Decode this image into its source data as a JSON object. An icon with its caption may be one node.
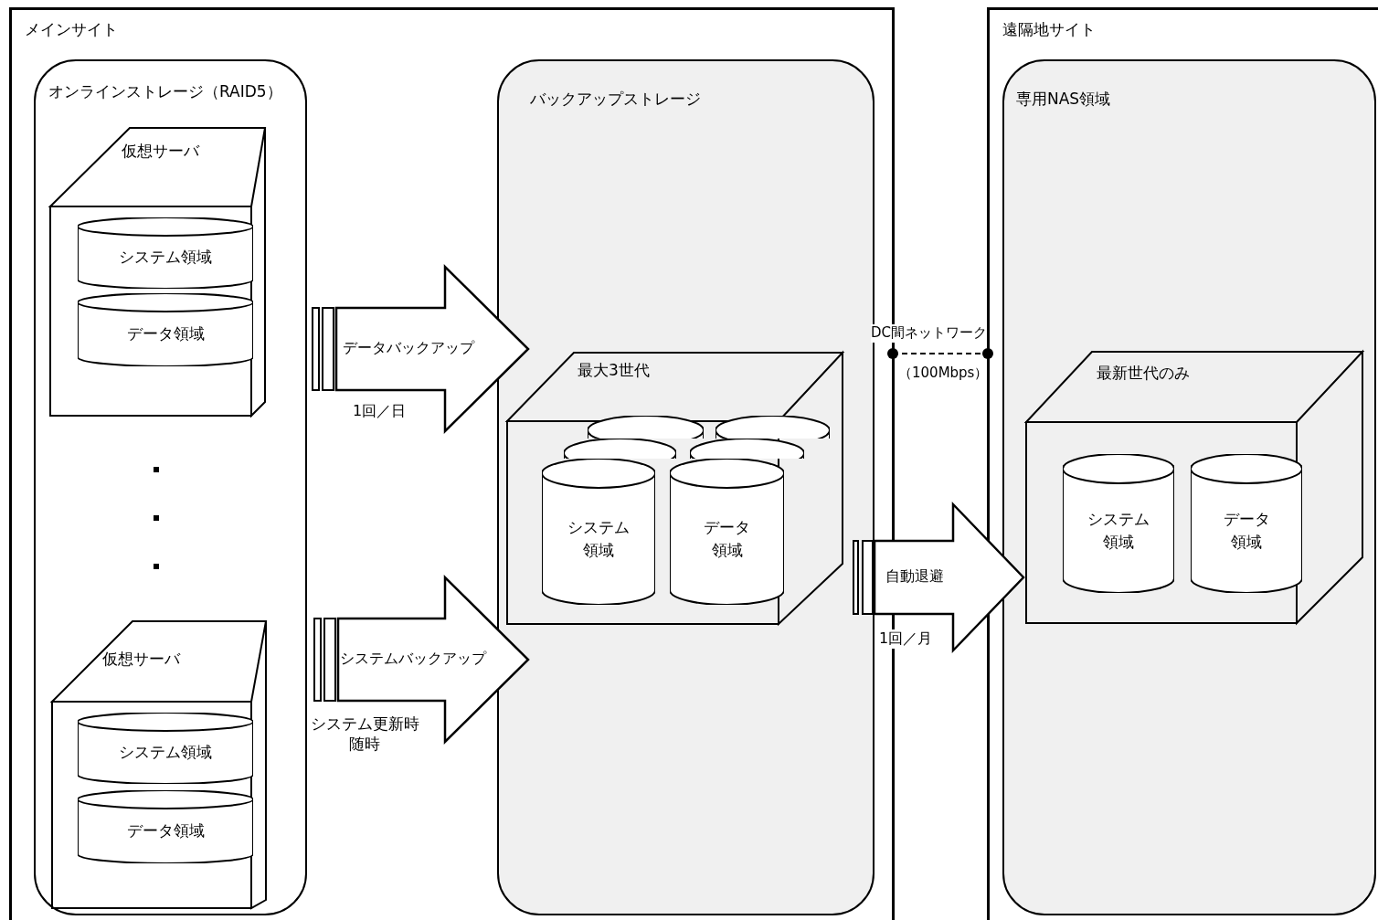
{
  "diagram": {
    "nodes": [
      {
        "text": [
          "メインサイト"
        ]
      },
      {
        "text": [
          "オンラインストレージ（RAID5）"
        ],
        "in": 0
      },
      {
        "text": [
          "仮想サーバ"
        ],
        "in": 1
      },
      {
        "text": [
          "システム領域"
        ],
        "in": 2
      },
      {
        "text": [
          "データ領域"
        ],
        "in": 2
      },
      {
        "text": [
          "仮想サーバ"
        ],
        "in": 1
      },
      {
        "text": [
          "システム領域"
        ],
        "in": 5
      },
      {
        "text": [
          "データ領域"
        ],
        "in": 5
      },
      {
        "text": [
          "バックアップストレージ"
        ],
        "in": 0
      },
      {
        "text": [
          "最大3世代"
        ],
        "in": 8
      },
      {
        "text": [],
        "shape": "cylinder",
        "in": 9
      },
      {
        "text": [],
        "shape": "cylinder",
        "in": 9
      },
      {
        "text": [],
        "shape": "cylinder",
        "in": 9
      },
      {
        "text": [],
        "shape": "cylinder",
        "in": 9
      },
      {
        "text": [
          "システム領域"
        ],
        "in": 9
      },
      {
        "text": [
          "データ領域"
        ],
        "in": 9
      },
      {
        "text": [
          "遠隔地サイト"
        ]
      },
      {
        "text": [
          "専用NAS領域"
        ],
        "in": 16
      },
      {
        "text": [
          "最新世代のみ"
        ],
        "in": 17
      },
      {
        "text": [
          "システム領域"
        ],
        "in": 18
      },
      {
        "text": [
          "データ領域"
        ],
        "in": 18
      }
    ],
    "edges": [
      {
        "from": 2,
        "to": 8,
        "arrow": "to",
        "label": "データバックアップ",
        "style": "thick"
      },
      {
        "from": 5,
        "to": 8,
        "arrow": "to",
        "label": "システムバックアップ",
        "style": "thick"
      },
      {
        "from": 9,
        "to": 18,
        "arrow": "to",
        "label": "自動退避",
        "style": "thick"
      },
      {
        "from": 0,
        "to": 16,
        "arrow": "other",
        "label": "DC間ネットワーク",
        "style": "dashed"
      }
    ],
    "labels": [
      "1回／日",
      "システム更新時随時",
      "（100Mbps）",
      "1回／月"
    ]
  }
}
